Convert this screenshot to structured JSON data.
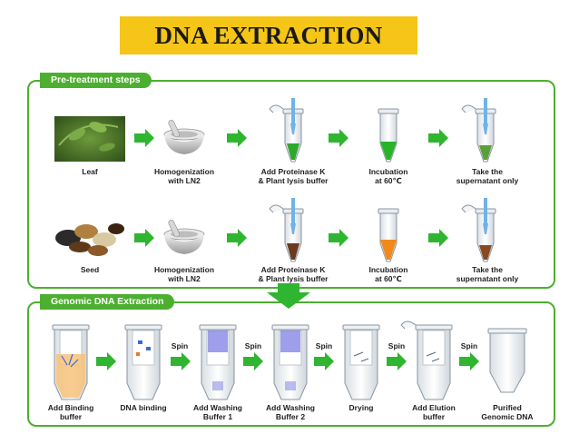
{
  "title": "DNA EXTRACTION",
  "pretreatment": {
    "heading": "Pre-treatment steps",
    "row1": [
      "Leaf",
      "Homogenization\nwith LN2",
      "Add Proteinase K\n& Plant lysis buffer",
      "Incubation\nat 60℃",
      "Take the\nsupernatant only"
    ],
    "row2": [
      "Seed",
      "Homogenization\nwith LN2",
      "Add Proteinase K\n& Plant lysis buffer",
      "Incubation\nat 60℃",
      "Take the\nsupernatant only"
    ]
  },
  "extraction": {
    "heading": "Genomic DNA Extraction",
    "steps": [
      "Add Binding\nbuffer",
      "DNA binding",
      "Add Washing\nBuffer 1",
      "Add Washing\nBuffer 2",
      "Drying",
      "Add Elution\nbuffer",
      "Purified\nGenomic DNA"
    ],
    "arrow_labels": [
      "",
      "Spin",
      "Spin",
      "Spin",
      "Spin",
      "Spin"
    ]
  },
  "colors": {
    "accent_green": "#4caf2f",
    "title_bg": "#f5c518",
    "leaf_liquid": "#2ea82e",
    "seed_liquid": "#6b3a1f",
    "incubation_seed_liquid": "#f08a1c",
    "wash_blue": "#6a6adf"
  }
}
